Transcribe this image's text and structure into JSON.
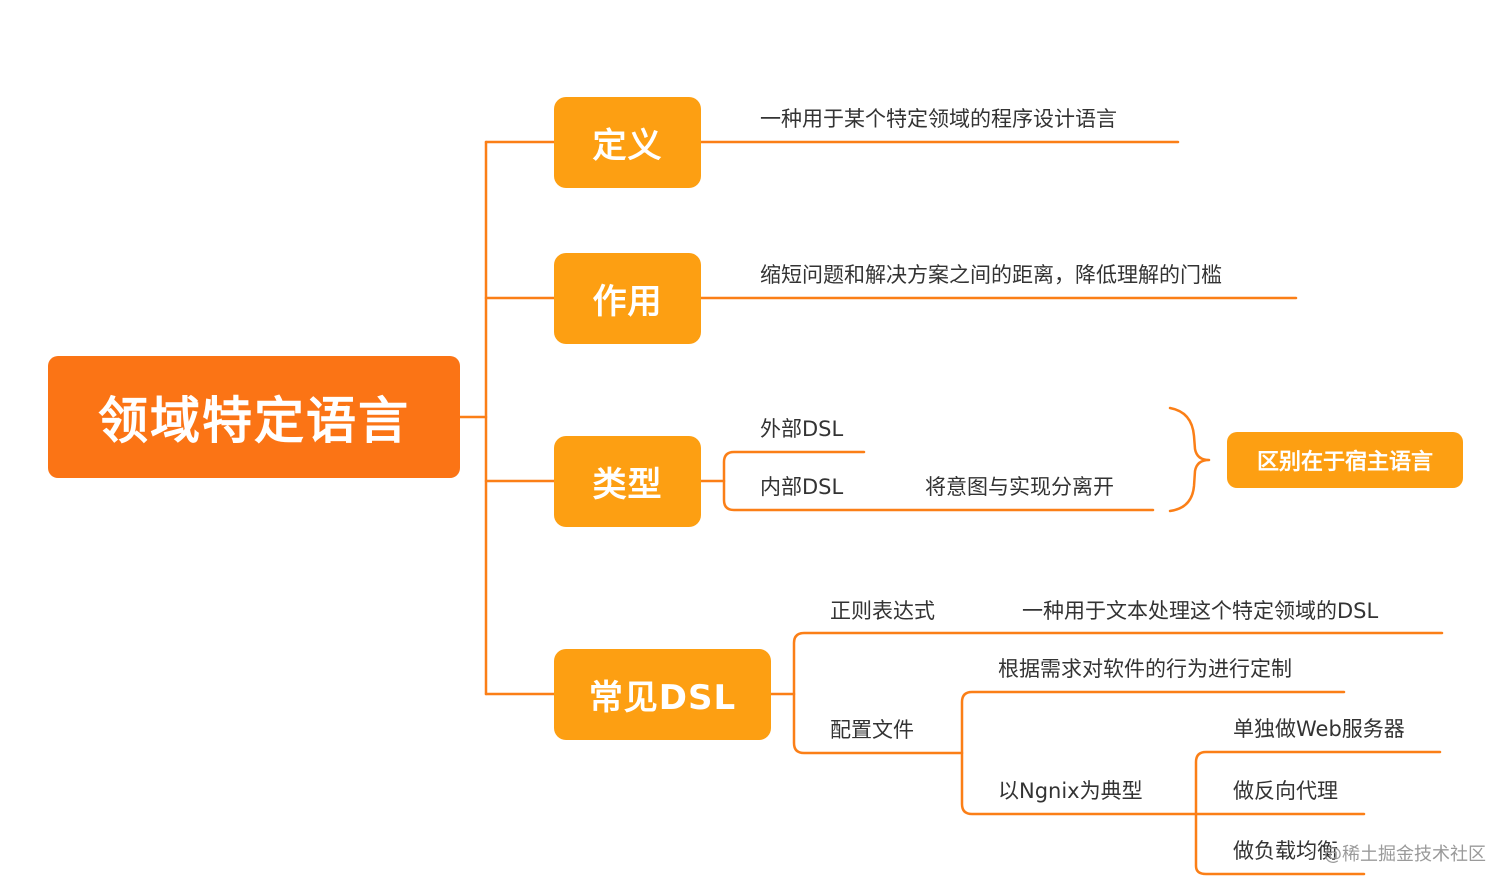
{
  "root": {
    "label": "领域特定语言"
  },
  "branches": {
    "definition": {
      "label": "定义",
      "text": "一种用于某个特定领域的程序设计语言"
    },
    "purpose": {
      "label": "作用",
      "text": "缩短问题和解决方案之间的距离，降低理解的门槛"
    },
    "types": {
      "label": "类型",
      "external": "外部DSL",
      "internal": "内部DSL",
      "internal_note": "将意图与实现分离开",
      "summary": "区别在于宿主语言"
    },
    "common": {
      "label": "常见DSL",
      "regex": {
        "label": "正则表达式",
        "text": "一种用于文本处理这个特定领域的DSL"
      },
      "config": {
        "label": "配置文件",
        "custom": "根据需求对软件的行为进行定制",
        "nginx": {
          "label": "以Ngnix为典型",
          "items": [
            "单独做Web服务器",
            "做反向代理",
            "做负载均衡"
          ]
        }
      }
    }
  },
  "watermark": "@稀土掘金技术社区",
  "colors": {
    "root": "#fb7415",
    "branch": "#fd9f12",
    "line": "#fb7f17",
    "text": "#333333"
  }
}
